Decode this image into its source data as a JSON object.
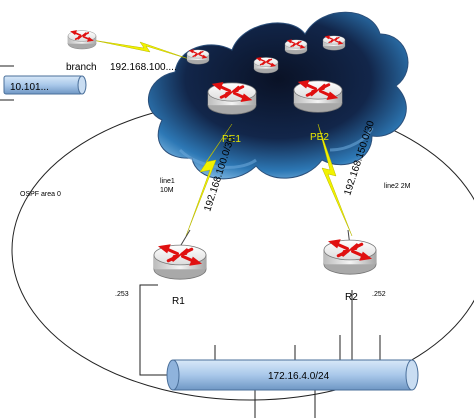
{
  "labels": {
    "branch": "branch",
    "branch_link": "192.168.100....",
    "lan_left": "10.101...",
    "pe1": "PE1",
    "pe2": "PE2",
    "pe1_link": "192.168.100.0/30",
    "pe2_link": "192.168.150.0/30",
    "line1": "line1",
    "line1_speed": "10M",
    "line2": "line2 2M",
    "ospf": "OSPF area 0",
    "r1": "R1",
    "r2": "R2",
    "r1_addr": ".253",
    "r2_addr": ".252",
    "lan_bottom": "172.16.4.0/24"
  },
  "colors": {
    "router_arrow": "#e01010",
    "bolt": "#f2f200",
    "cloud_dark": "#0e1a33",
    "cloud_mid": "#2a6fa8",
    "pipe": "#a9c8ea"
  }
}
